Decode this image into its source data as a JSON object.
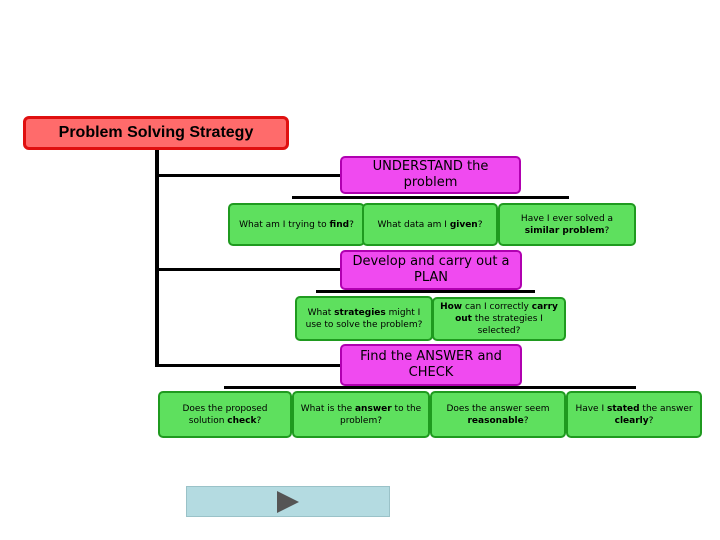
{
  "title": "Problem Solving Strategy",
  "steps": [
    {
      "label_strong": "UNDERSTAND",
      "label_rest": " the problem",
      "questions": [
        {
          "pre": "What am I trying to ",
          "strong": "find",
          "post": "?"
        },
        {
          "pre": "What data am I ",
          "strong": "given",
          "post": "?"
        },
        {
          "pre": "Have I ever solved a ",
          "strong": "similar problem",
          "post": "?"
        }
      ]
    },
    {
      "label_pre": "Develop and carry out a ",
      "label_strong": "PLAN",
      "questions": [
        {
          "pre": "What ",
          "strong": "strategies",
          "post": " might I use to solve the problem?"
        },
        {
          "strong": "How",
          "mid": " can I correctly ",
          "strong2": "carry out",
          "post": " the strategies I selected?"
        }
      ]
    },
    {
      "label_pre": "Find the ",
      "label_strong": "ANSWER",
      "label_mid": " and ",
      "label_strong2": "CHECK",
      "questions": [
        {
          "pre": "Does the proposed solution ",
          "strong": "check",
          "post": "?"
        },
        {
          "pre": "What is the ",
          "strong": "answer",
          "post": " to the problem?"
        },
        {
          "pre": "Does the answer seem ",
          "strong": "reasonable",
          "post": "?"
        },
        {
          "pre": "Have I ",
          "strong": "stated",
          "mid": " the answer ",
          "strong2": "clearly",
          "post": "?"
        }
      ]
    }
  ],
  "colors": {
    "title_fill": "#ff6b6b",
    "title_border": "#e01010",
    "step_fill": "#f04af0",
    "question_fill": "#5ee05e",
    "nav_fill": "#b4dbe1"
  },
  "nav": {
    "icon": "play-icon"
  }
}
